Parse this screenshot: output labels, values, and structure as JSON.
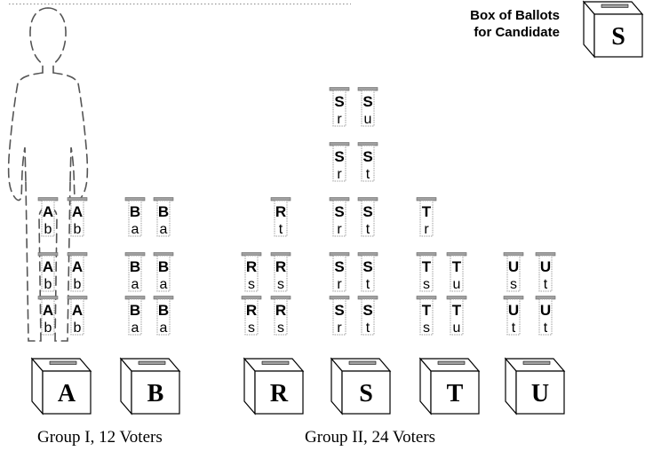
{
  "legend": {
    "line1": "Box of Ballots",
    "line2": "for Candidate",
    "box_letter": "S"
  },
  "boxes": [
    "A",
    "B",
    "R",
    "S",
    "T",
    "U"
  ],
  "group_labels": [
    "Group I, 12 Voters",
    "Group II, 24 Voters"
  ],
  "ballot_columns": [
    {
      "box": "A",
      "ballots": [
        [
          "A",
          "b"
        ],
        [
          "A",
          "b"
        ],
        [
          "A",
          "b"
        ]
      ]
    },
    {
      "box": "A",
      "ballots": [
        [
          "A",
          "b"
        ],
        [
          "A",
          "b"
        ],
        [
          "A",
          "b"
        ]
      ]
    },
    {
      "box": "B",
      "ballots": [
        [
          "B",
          "a"
        ],
        [
          "B",
          "a"
        ],
        [
          "B",
          "a"
        ]
      ]
    },
    {
      "box": "B",
      "ballots": [
        [
          "B",
          "a"
        ],
        [
          "B",
          "a"
        ],
        [
          "B",
          "a"
        ]
      ]
    },
    {
      "box": "R",
      "ballots": [
        [
          "R",
          "s"
        ],
        [
          "R",
          "s"
        ]
      ]
    },
    {
      "box": "R",
      "ballots": [
        [
          "R",
          "s"
        ],
        [
          "R",
          "s"
        ],
        [
          "R",
          "t"
        ]
      ]
    },
    {
      "box": "S",
      "ballots": [
        [
          "S",
          "r"
        ],
        [
          "S",
          "r"
        ],
        [
          "S",
          "r"
        ],
        [
          "S",
          "r"
        ],
        [
          "S",
          "r"
        ]
      ]
    },
    {
      "box": "S",
      "ballots": [
        [
          "S",
          "t"
        ],
        [
          "S",
          "t"
        ],
        [
          "S",
          "t"
        ],
        [
          "S",
          "t"
        ],
        [
          "S",
          "u"
        ]
      ]
    },
    {
      "box": "T",
      "ballots": [
        [
          "T",
          "s"
        ],
        [
          "T",
          "s"
        ],
        [
          "T",
          "r"
        ]
      ]
    },
    {
      "box": "T",
      "ballots": [
        [
          "T",
          "u"
        ],
        [
          "T",
          "u"
        ]
      ]
    },
    {
      "box": "U",
      "ballots": [
        [
          "U",
          "t"
        ],
        [
          "U",
          "s"
        ]
      ]
    },
    {
      "box": "U",
      "ballots": [
        [
          "U",
          "t"
        ],
        [
          "U",
          "t"
        ]
      ]
    }
  ],
  "colors": {
    "ink": "#000000",
    "slot": "#a0a0a0",
    "dashed_figure": "#555555"
  }
}
